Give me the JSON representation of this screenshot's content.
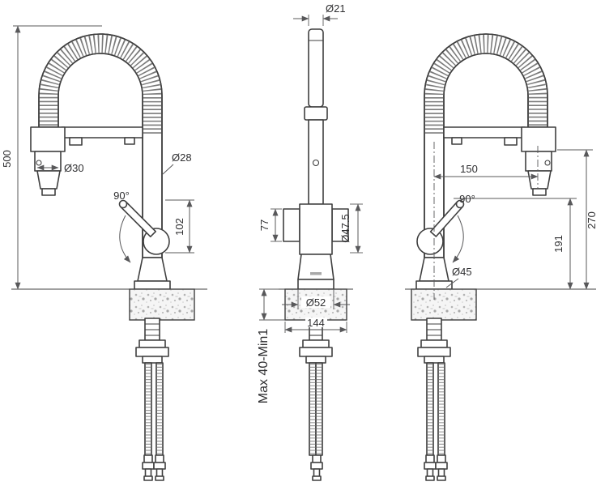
{
  "drawing": {
    "views": {
      "side_left": {
        "labels": {
          "overall_height": "500",
          "spray_head_diameter": "Ø30",
          "column_diameter": "Ø28",
          "handle_rotation": "90°",
          "handle_height": "102"
        }
      },
      "front": {
        "labels": {
          "spout_tip_diameter": "Ø21",
          "body_diameter": "Ø47.5",
          "handle_span": "77",
          "base_diameter": "Ø52",
          "mounting_width": "144",
          "countertop_thickness": "Max 40-Min1"
        }
      },
      "side_right": {
        "labels": {
          "spray_offset": "150",
          "spray_height": "270",
          "handle_top_height": "191",
          "handle_rotation": "90°",
          "base_ring_diameter": "Ø45"
        }
      }
    },
    "colors": {
      "line": "#3f3f3f",
      "dimension": "#58585a",
      "text": "#2f2f31",
      "background": "#ffffff"
    }
  }
}
